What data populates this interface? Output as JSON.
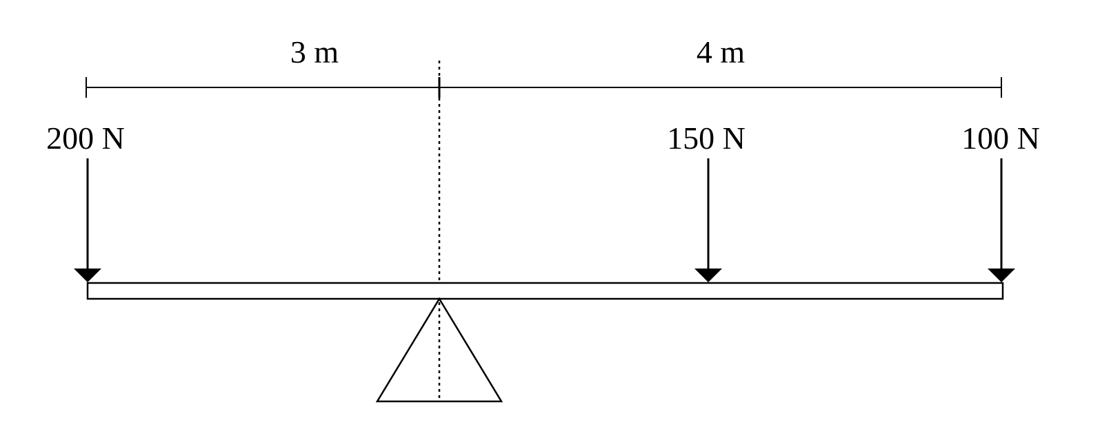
{
  "diagram": {
    "dimensions": {
      "left_span": "3 m",
      "right_span": "4 m"
    },
    "forces": {
      "left": "200 N",
      "middle": "150 N",
      "right": "100 N"
    },
    "colors": {
      "stroke": "#000000",
      "background": "#ffffff"
    }
  }
}
